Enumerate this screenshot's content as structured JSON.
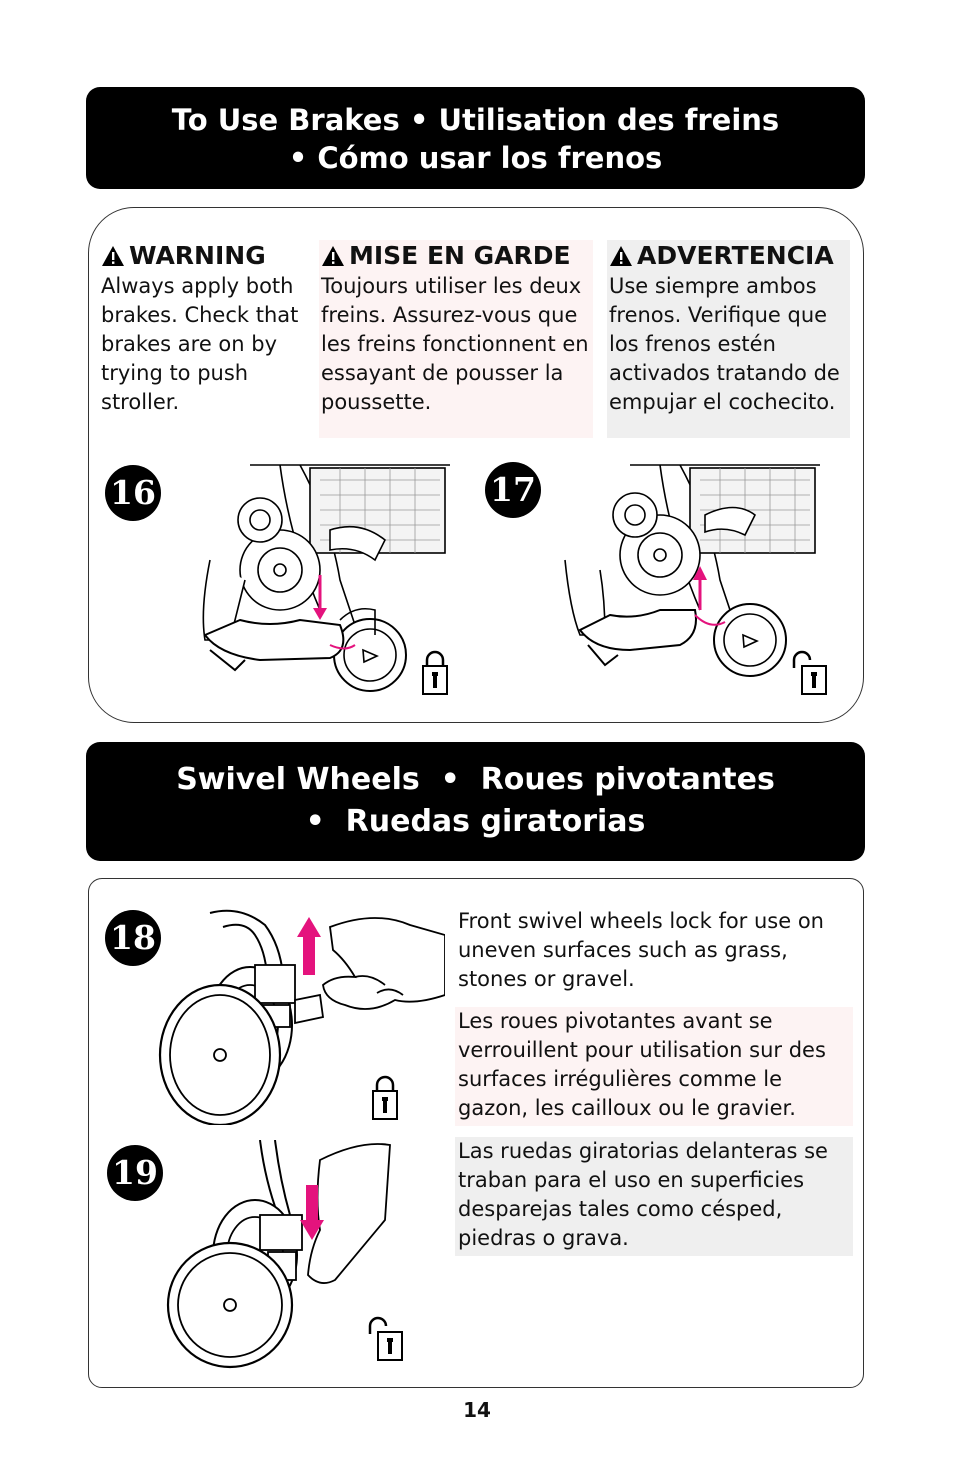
{
  "brakes": {
    "title_line1": "To Use Brakes • Utilisation des freins",
    "title_line2": "• Cómo usar los frenos",
    "warning_en": {
      "heading": "WARNING",
      "text": "Always apply both brakes. Check that brakes are on by trying to push stroller."
    },
    "warning_fr": {
      "heading": "MISE EN GARDE",
      "text": "Toujours utiliser les deux freins. Assurez-vous que les freins fonctionnent en essayant de pousser la poussette."
    },
    "warning_es": {
      "heading": "ADVERTENCIA",
      "text": "Use siempre ambos frenos. Verifique que los frenos estén activados tratando de empujar el cochecito."
    },
    "step16": "16",
    "step17": "17"
  },
  "swivel": {
    "title_line1": "Swivel Wheels  •  Roues pivotantes",
    "title_line2": "•  Ruedas giratorias",
    "step18": "18",
    "step19": "19",
    "text_en": "Front swivel wheels lock for use on uneven surfaces such as grass, stones or gravel.",
    "text_fr": "Les roues pivotantes avant se verrouillent pour utilisation sur des surfaces irrégulières comme le gazon, les cailloux ou le gravier.",
    "text_es": "Las ruedas giratorias delanteras se traban para el uso en superficies desparejas tales como césped, piedras o grava."
  },
  "page_number": "14",
  "colors": {
    "accent": "#e4137d",
    "banner": "#000000"
  }
}
